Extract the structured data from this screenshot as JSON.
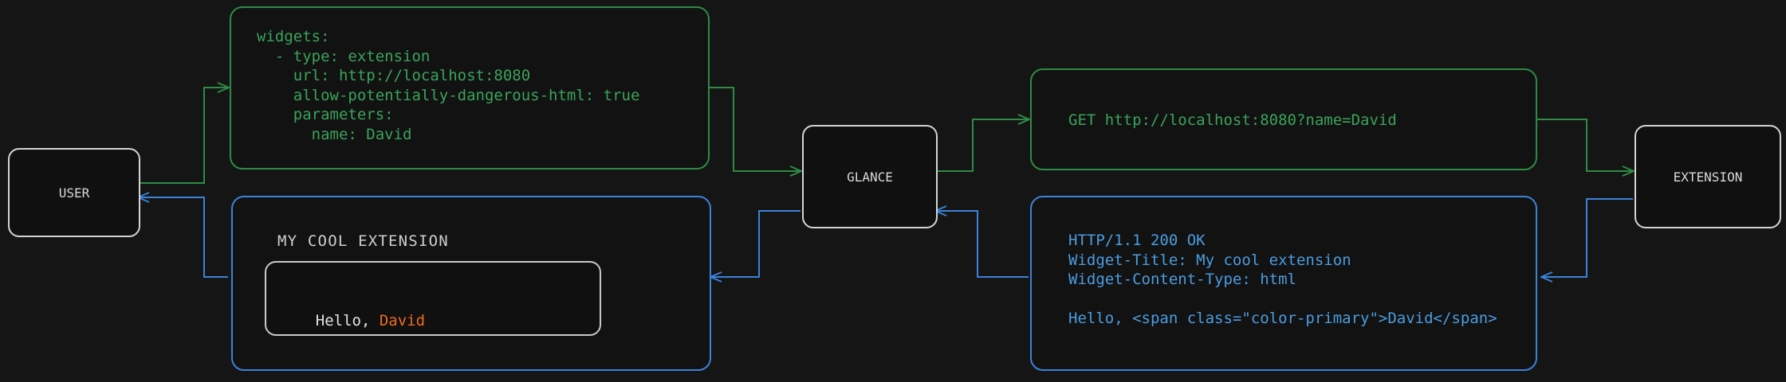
{
  "theme": {
    "background": "#151515",
    "request_color": "#3aa35a",
    "response_color": "#4a9de0",
    "node_border": "#d4d4d4",
    "accent_color": "#f06a21"
  },
  "nodes": {
    "user": "USER",
    "glance": "GLANCE",
    "extension": "EXTENSION"
  },
  "config_panel": {
    "lines": [
      "widgets:",
      "  - type: extension",
      "    url: http://localhost:8080",
      "    allow-potentially-dangerous-html: true",
      "    parameters:",
      "      name: David"
    ],
    "text": "widgets:\n  - type: extension\n    url: http://localhost:8080\n    allow-potentially-dangerous-html: true\n    parameters:\n      name: David"
  },
  "request_panel": {
    "text": "GET http://localhost:8080?name=David"
  },
  "response_panel": {
    "lines": [
      "HTTP/1.1 200 OK",
      "Widget-Title: My cool extension",
      "Widget-Content-Type: html",
      "",
      "Hello, <span class=\"color-primary\">David</span>"
    ],
    "text": "HTTP/1.1 200 OK\nWidget-Title: My cool extension\nWidget-Content-Type: html\n\nHello, <span class=\"color-primary\">David</span>"
  },
  "widget_preview": {
    "title": "MY COOL EXTENSION",
    "greeting_prefix": "Hello, ",
    "greeting_name": "David"
  }
}
